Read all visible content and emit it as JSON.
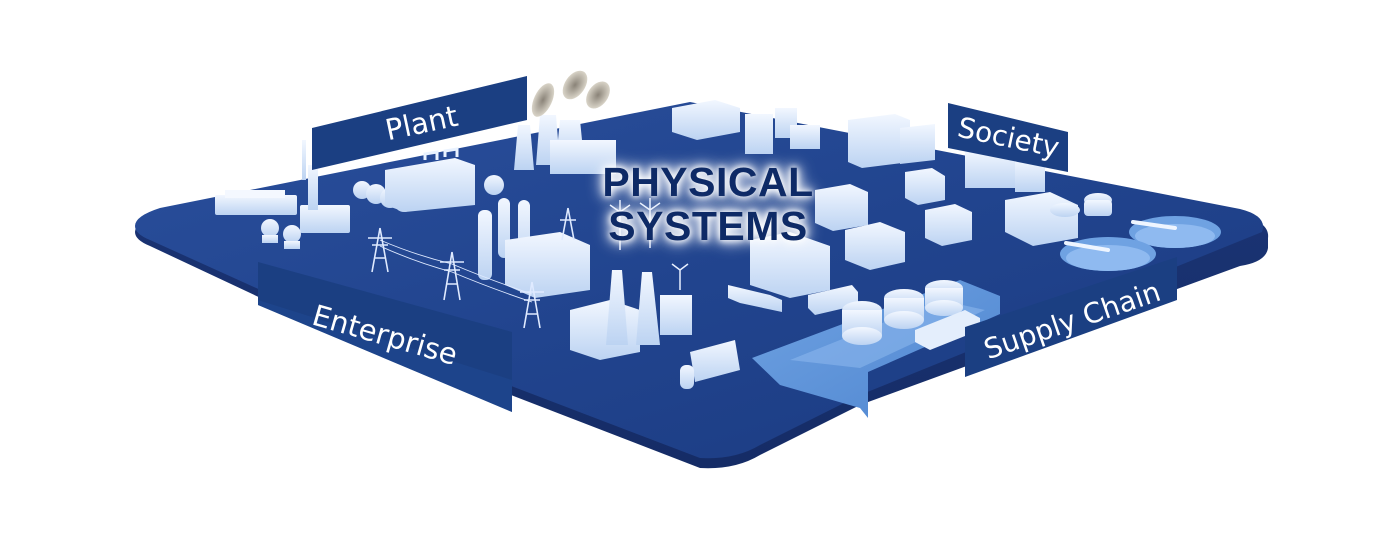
{
  "diagram": {
    "title_lines": [
      "PHYSICAL",
      "SYSTEMS"
    ],
    "labels": {
      "plant": "Plant",
      "society": "Society",
      "enterprise": "Enterprise",
      "supply_chain": "Supply Chain"
    },
    "elements": [
      "isometric-platform",
      "power-plant-cooling-towers",
      "smokestacks-with-smoke",
      "storage-spheres",
      "factory-buildings",
      "electric-pylons",
      "wind-turbines",
      "houses",
      "water-treatment-basins",
      "tanker-trucks",
      "storage-tanks",
      "cargo-ship",
      "harbor-water"
    ],
    "colors": {
      "platform_top": "#1e3f8a",
      "platform_side": "#1a3373",
      "banner": "#1b3f82",
      "banner_text": "#ffffff",
      "title_text": "#0e2a66",
      "building": "#dce9fa",
      "water": "#5d93d9"
    }
  }
}
